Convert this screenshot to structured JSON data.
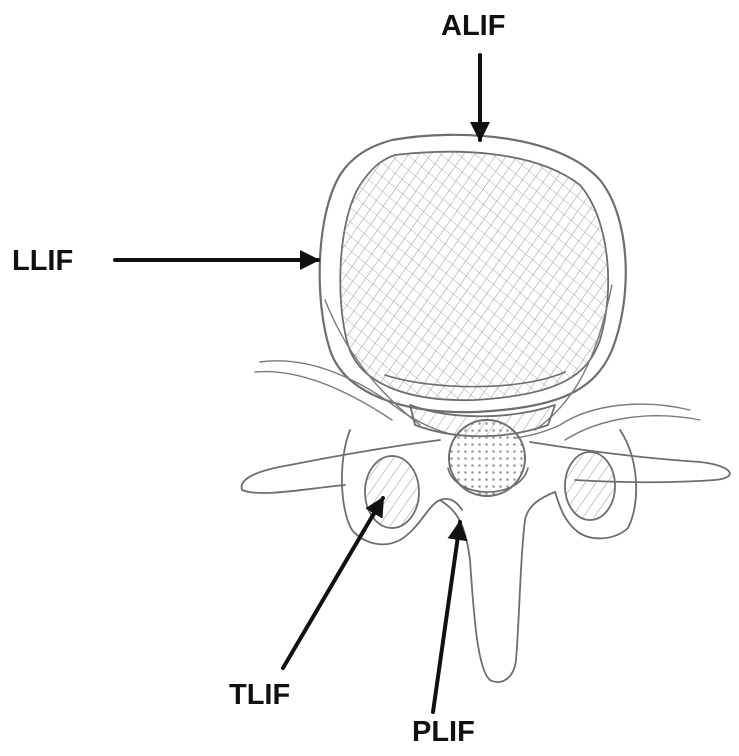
{
  "labels": {
    "alif": "ALIF",
    "llif": "LLIF",
    "tlif": "TLIF",
    "plif": "PLIF"
  },
  "colors": {
    "ink": "#111111",
    "sketch": "#6e6e6e",
    "background": "#ffffff"
  }
}
